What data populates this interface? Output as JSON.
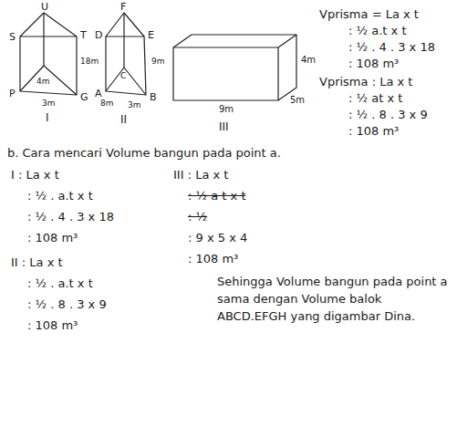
{
  "diagram": {
    "labels": [
      "U",
      "S",
      "T",
      "P",
      "G",
      "4m",
      "3m",
      "18m",
      "I",
      "F",
      "D",
      "E",
      "A",
      "C",
      "B",
      "8m",
      "3m",
      "9m",
      "II",
      "4m",
      "9m",
      "5m",
      "III",
      "Vprisma = La x t",
      ": ½ a.t x t",
      ": ½ . 4 . 3 x 18",
      ": 108 m³",
      "Vprisma : La x t",
      ": ½ at x t",
      ": ½ . 8 . 3 x 9",
      ": 108 m³",
      "b. Cara mencari Volume bangun pada point a.",
      "I : La x t",
      ": ½ . a.t x t",
      ": ½ . 4 . 3 x 18",
      ": 108 m³",
      "II : La x t",
      ": ½ . a.t x t",
      ": ½ . 8 . 3 x 9",
      ": 108 m³",
      "III : La x t",
      ": ½ a t x t",
      ": ½",
      ": 9 x 5 x 4",
      ": 108 m³",
      "Sehingga Volume bangun pada point a sama dengan Volume balok ABCD.EFGH yang digambar Dina."
    ]
  }
}
